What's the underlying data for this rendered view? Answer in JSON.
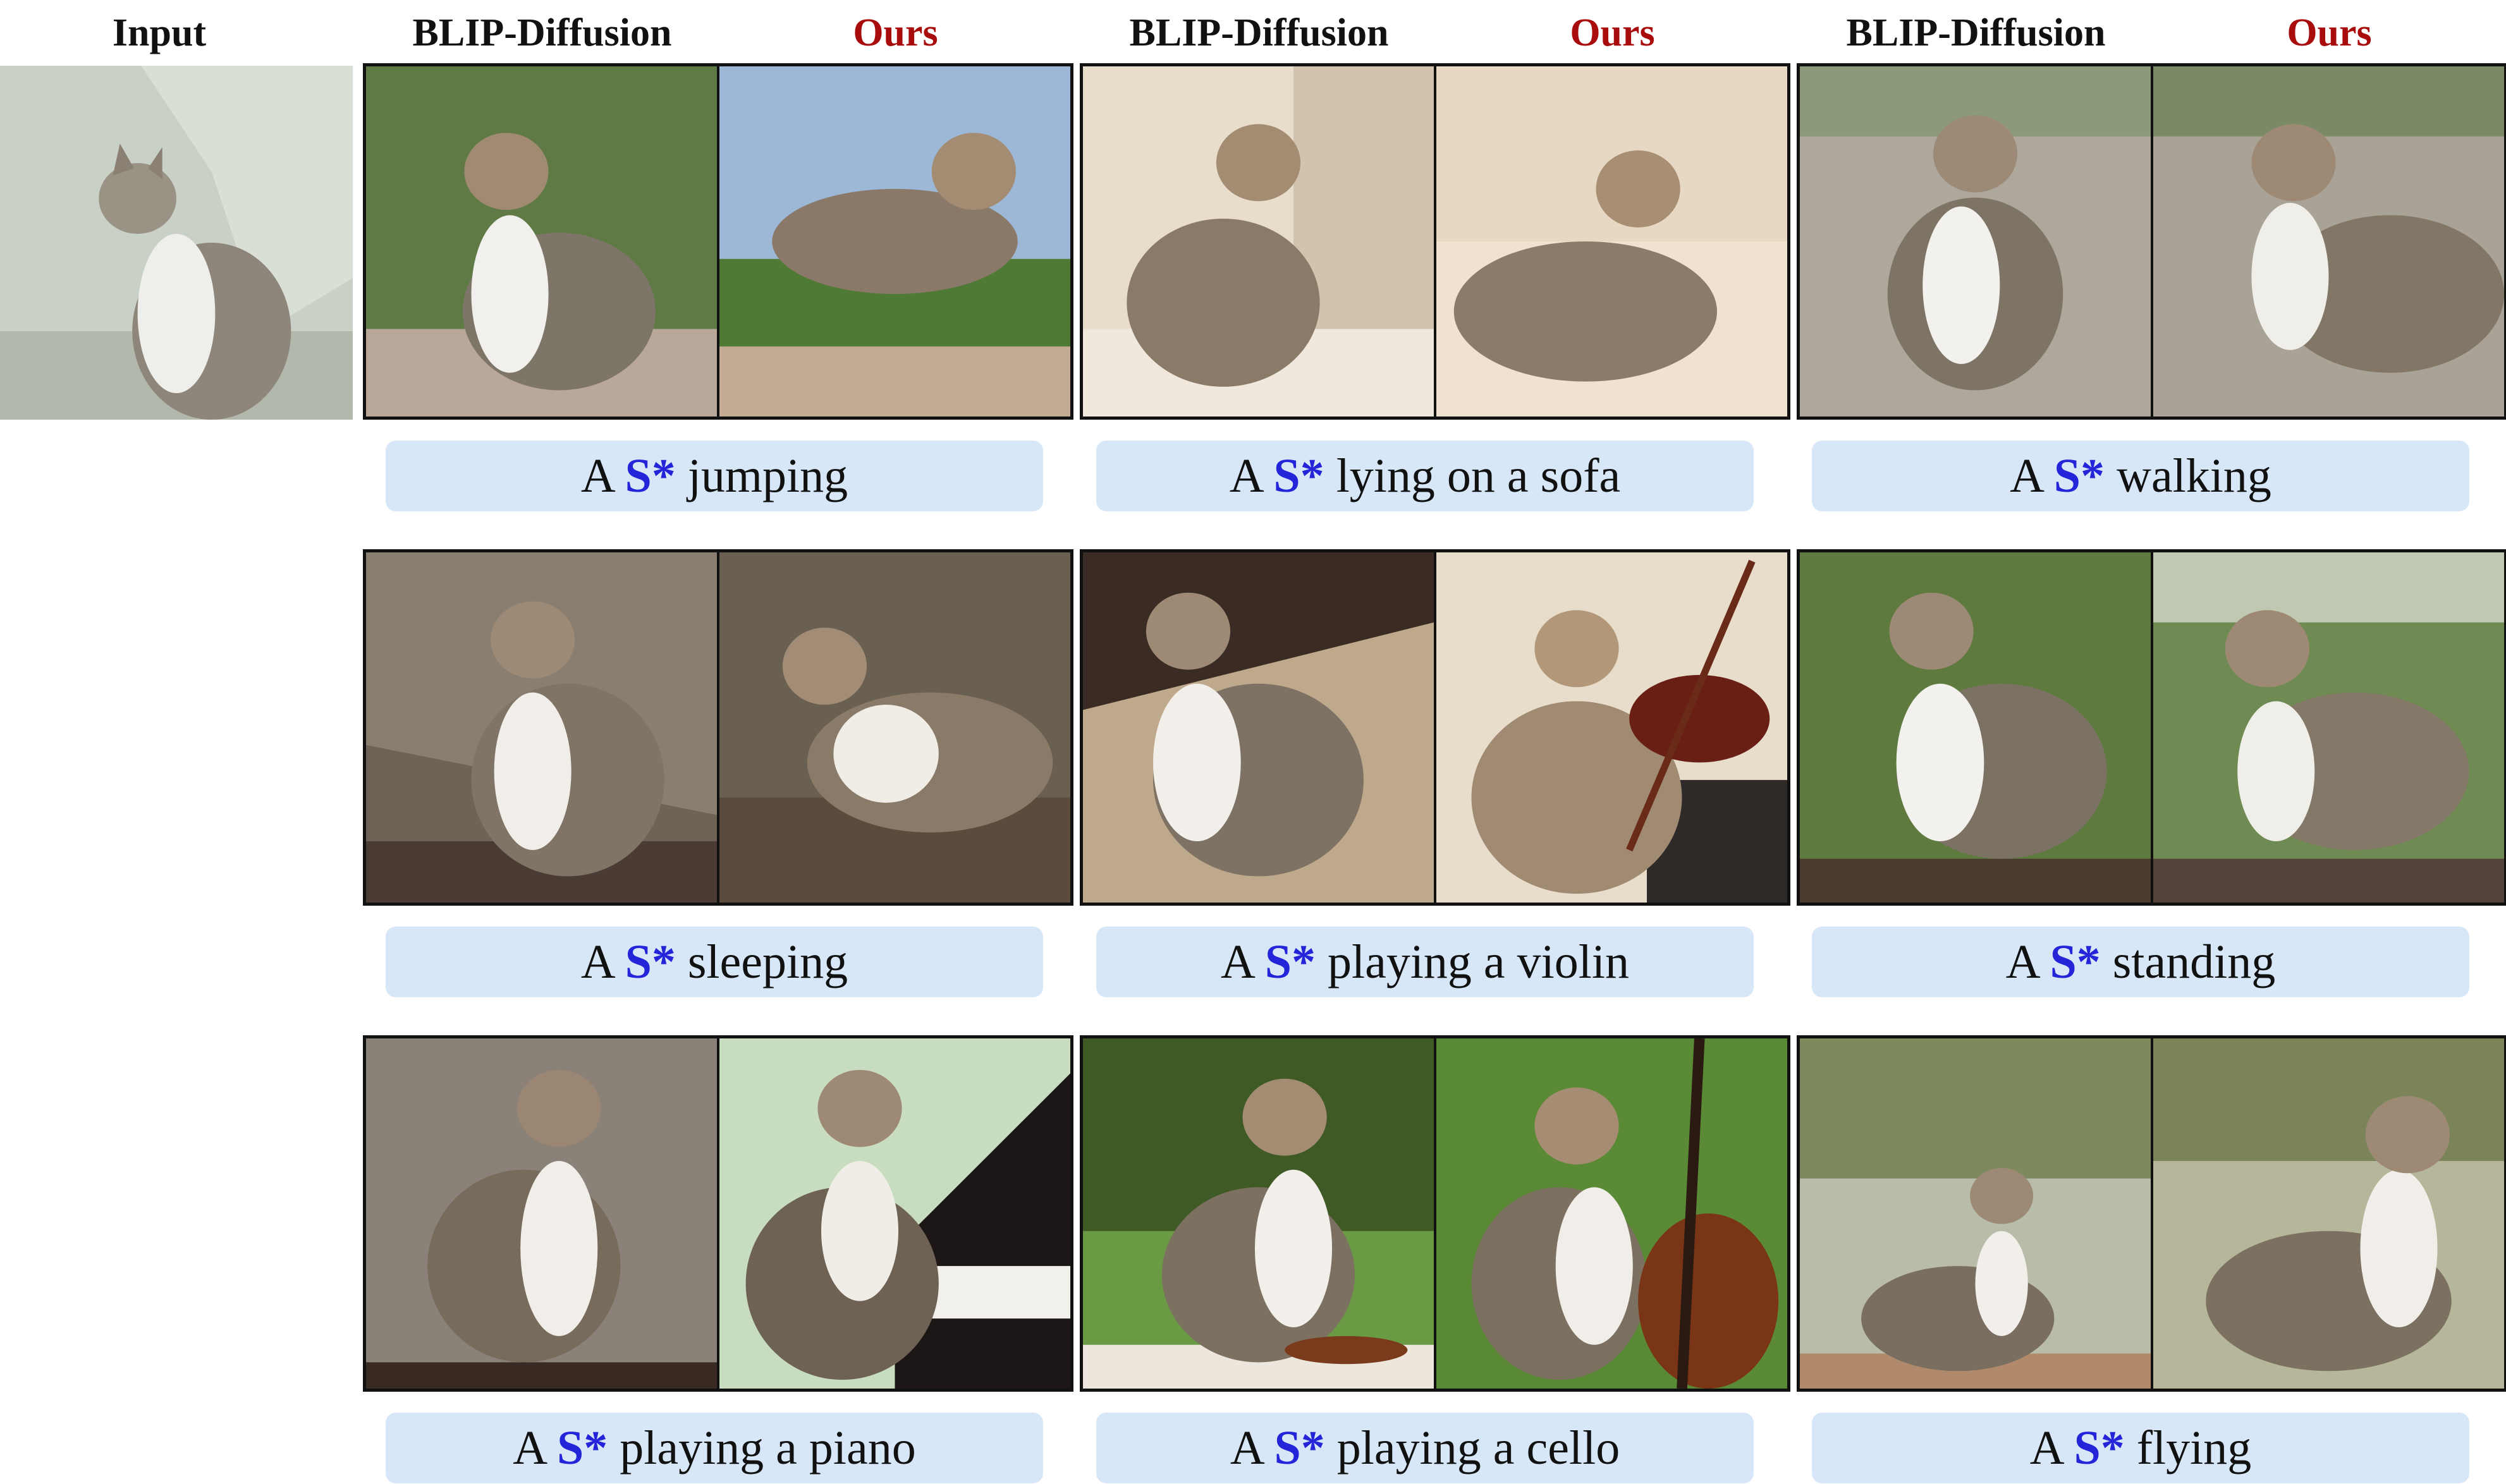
{
  "headers": {
    "input": "Input",
    "blip": "BLIP-Diffusion",
    "ours": "Ours"
  },
  "token": "S*",
  "colors": {
    "ours_header": "#a80c0c",
    "token": "#2424d8",
    "caption_bg": "#d7e7f8"
  },
  "captions": [
    {
      "pre": "A",
      "post": "jumping"
    },
    {
      "pre": "A",
      "post": "lying on a sofa"
    },
    {
      "pre": "A",
      "post": "walking"
    },
    {
      "pre": "A",
      "post": "sleeping"
    },
    {
      "pre": "A",
      "post": "playing a violin"
    },
    {
      "pre": "A",
      "post": "standing"
    },
    {
      "pre": "A",
      "post": "playing a piano"
    },
    {
      "pre": "A",
      "post": "playing a cello"
    },
    {
      "pre": "A",
      "post": "flying"
    }
  ]
}
